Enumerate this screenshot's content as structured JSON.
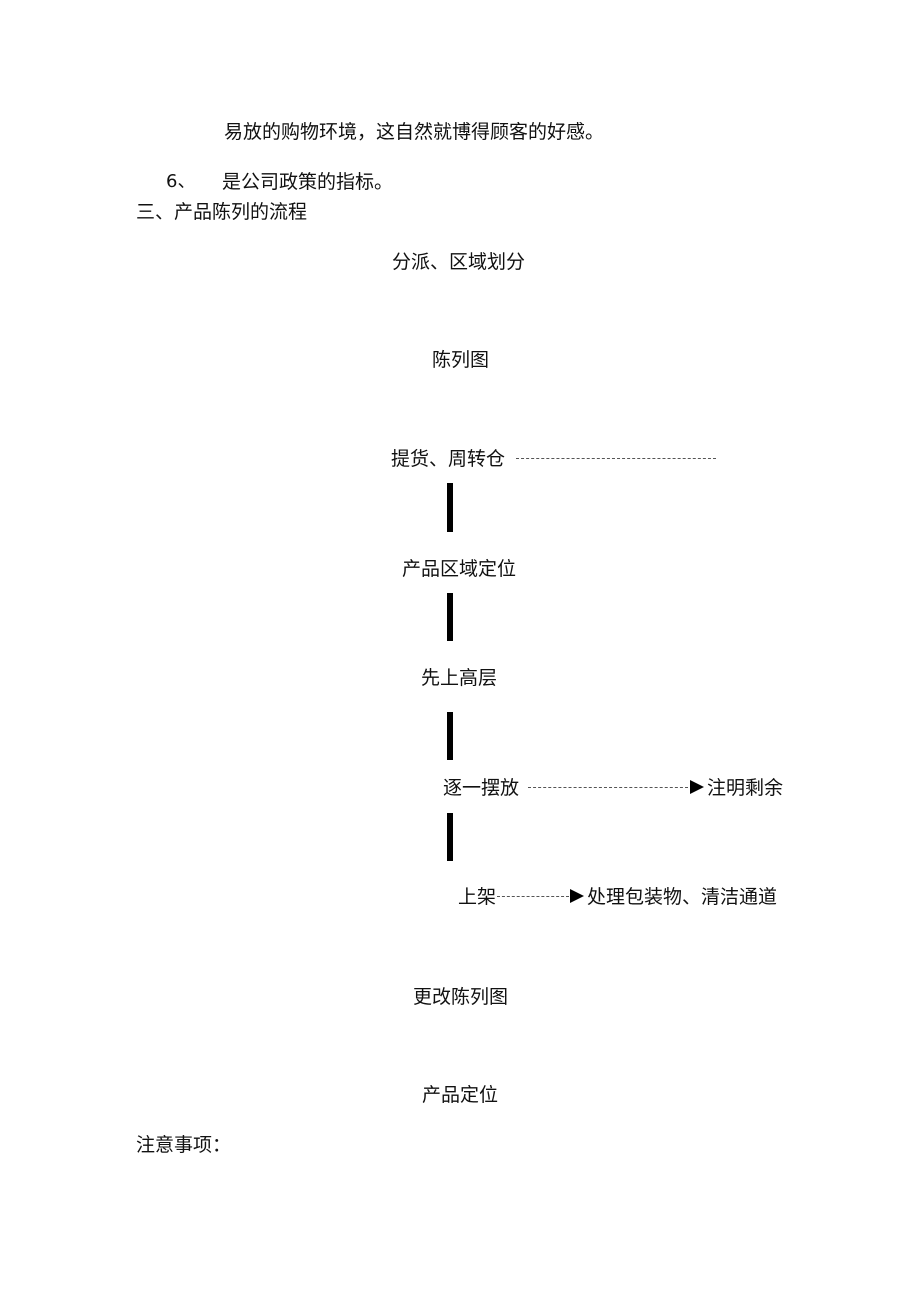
{
  "document": {
    "para_continuation": "易放的购物环境，这自然就博得顾客的好感。",
    "item6": {
      "number": "6、",
      "text": "是公司政策的指标。"
    },
    "section_heading": "三、产品陈列的流程",
    "flow": {
      "step1": "分派、区域划分",
      "step2": "陈列图",
      "step3": "提货、周转仓",
      "step4": "产品区域定位",
      "step5": "先上高层",
      "step6": "逐一摆放",
      "step6_branch": "注明剩余",
      "step7": "上架",
      "step7_branch": "处理包装物、清洁通道",
      "step8": "更改陈列图",
      "step9": "产品定位"
    },
    "notes_heading": "注意事项："
  }
}
